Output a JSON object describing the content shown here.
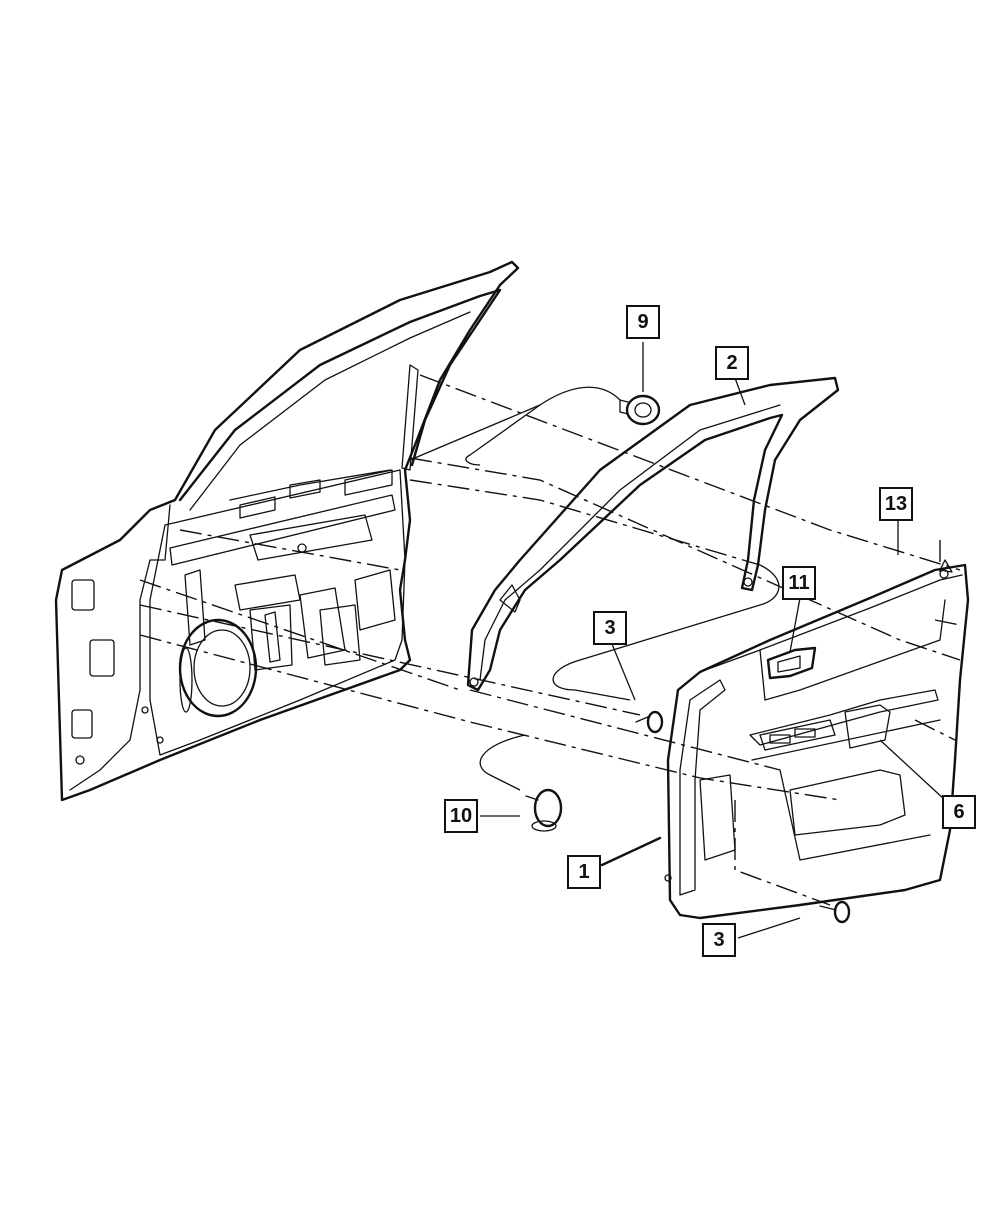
{
  "diagram": {
    "callouts": [
      {
        "id": "c9",
        "label": "9"
      },
      {
        "id": "c2",
        "label": "2"
      },
      {
        "id": "c13",
        "label": "13"
      },
      {
        "id": "c11",
        "label": "11"
      },
      {
        "id": "c3a",
        "label": "3"
      },
      {
        "id": "c10",
        "label": "10"
      },
      {
        "id": "c1",
        "label": "1"
      },
      {
        "id": "c6",
        "label": "6"
      },
      {
        "id": "c3b",
        "label": "3"
      }
    ]
  }
}
